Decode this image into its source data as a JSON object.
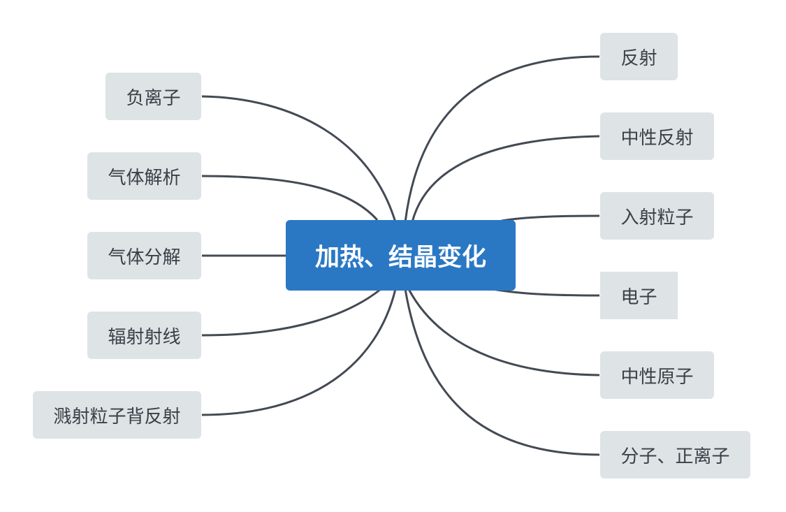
{
  "central": {
    "label": "加热、结晶变化",
    "color": "#2a78c4"
  },
  "left_branches": [
    {
      "label": "负离子"
    },
    {
      "label": "气体解析"
    },
    {
      "label": "气体分解"
    },
    {
      "label": "辐射射线"
    },
    {
      "label": "溅射粒子背反射"
    }
  ],
  "right_branches": [
    {
      "label": "反射"
    },
    {
      "label": "中性反射"
    },
    {
      "label": "入射粒子"
    },
    {
      "label": "电子"
    },
    {
      "label": "中性原子"
    },
    {
      "label": "分子、正离子"
    }
  ],
  "colors": {
    "node_fill": "#dee3e5",
    "node_text": "#3a4048",
    "link": "#434a54"
  }
}
